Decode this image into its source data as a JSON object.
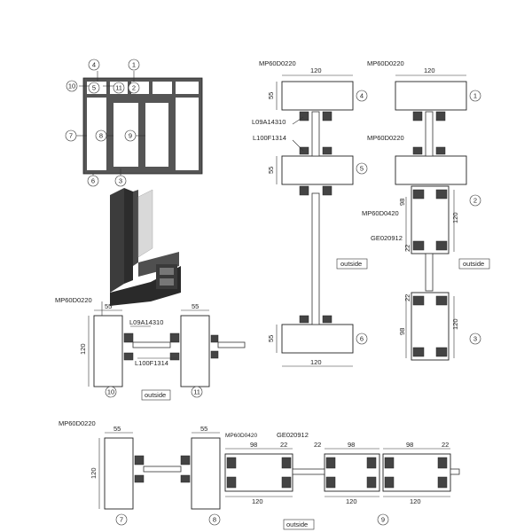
{
  "profiles": {
    "mp60d0220": "MP60D0220",
    "l09a14310": "L09A14310",
    "l100f1314": "L100F1314",
    "mp60d0420": "MP60D0420",
    "ge020912": "GE020912"
  },
  "dims": {
    "d120": "120",
    "d55": "55",
    "d98": "98",
    "d22": "22"
  },
  "outside_label": "outside",
  "callouts": [
    "1",
    "2",
    "3",
    "4",
    "5",
    "6",
    "7",
    "8",
    "9",
    "10",
    "11"
  ]
}
